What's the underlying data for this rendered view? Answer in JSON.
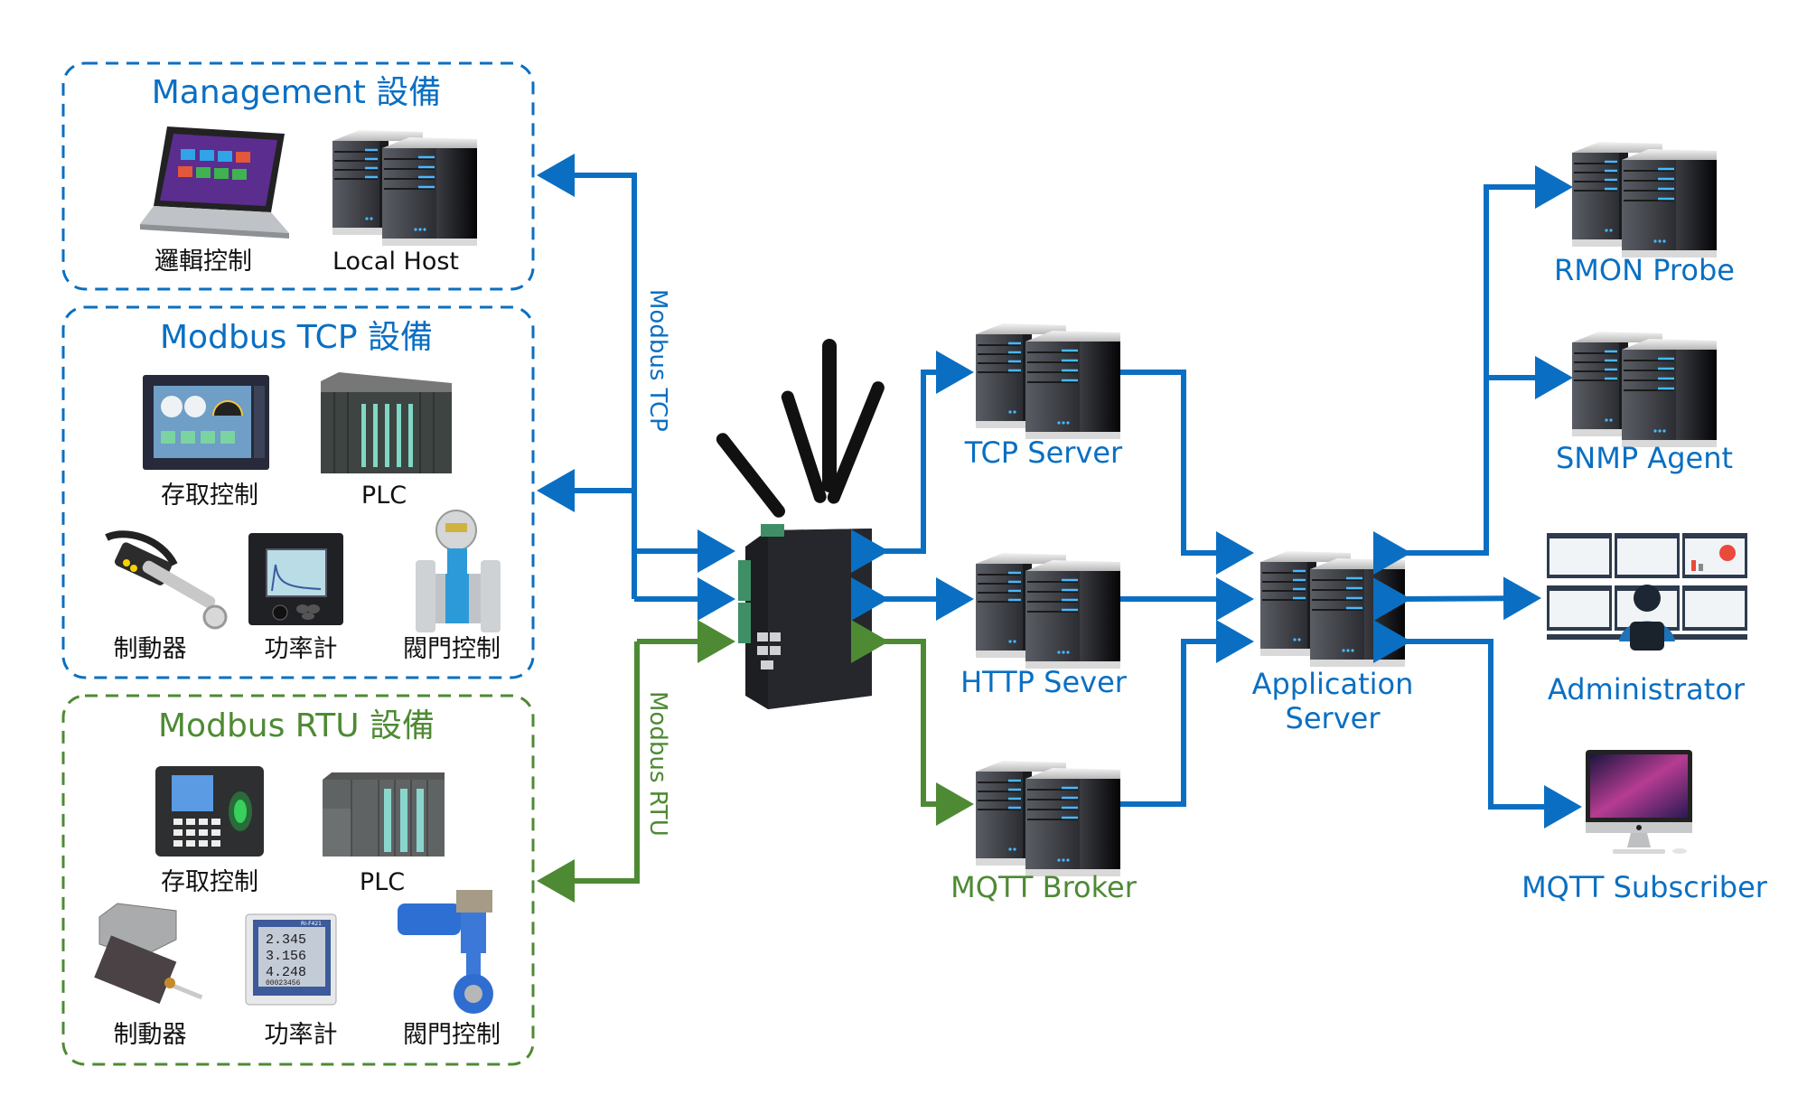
{
  "colors": {
    "blue": "#0a6fc2",
    "green": "#4e8a34",
    "text_dark": "#111111"
  },
  "groups": {
    "management": {
      "title": "Management 設備",
      "items": [
        {
          "label": "邏輯控制",
          "icon": "laptop-icon"
        },
        {
          "label": "Local Host",
          "icon": "server-icon"
        }
      ]
    },
    "modbus_tcp": {
      "title": "Modbus TCP 設備",
      "items": [
        {
          "label": "存取控制",
          "icon": "hmi-panel-icon"
        },
        {
          "label": "PLC",
          "icon": "plc-icon"
        },
        {
          "label": "制動器",
          "icon": "actuator-icon"
        },
        {
          "label": "功率計",
          "icon": "power-meter-icon"
        },
        {
          "label": "閥門控制",
          "icon": "flow-meter-icon"
        }
      ]
    },
    "modbus_rtu": {
      "title": "Modbus RTU 設備",
      "items": [
        {
          "label": "存取控制",
          "icon": "fingerprint-terminal-icon"
        },
        {
          "label": "PLC",
          "icon": "plc-icon"
        },
        {
          "label": "制動器",
          "icon": "linear-actuator-icon"
        },
        {
          "label": "功率計",
          "icon": "power-meter-icon"
        },
        {
          "label": "閥門控制",
          "icon": "valve-icon"
        }
      ],
      "meter_readings": [
        "2.345",
        "3.156",
        "4.248",
        "00023456"
      ],
      "meter_model": "RI-F421"
    }
  },
  "links": {
    "modbus_tcp_label": "Modbus TCP",
    "modbus_rtu_label": "Modbus RTU"
  },
  "gateway": {
    "icon": "industrial-router-icon"
  },
  "servers": {
    "tcp": "TCP Server",
    "http": "HTTP Sever",
    "mqtt": "MQTT Broker",
    "application": [
      "Application",
      "Server"
    ]
  },
  "clients": {
    "rmon": "RMON Probe",
    "snmp": "SNMP Agent",
    "admin": "Administrator",
    "subscriber": "MQTT Subscriber"
  }
}
